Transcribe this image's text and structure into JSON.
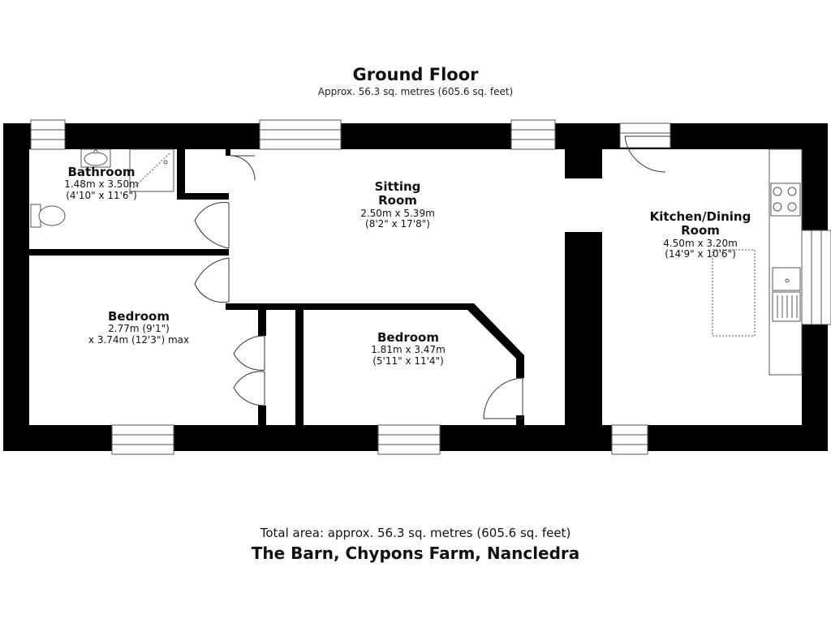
{
  "floor": {
    "title": "Ground Floor",
    "area": "Approx. 56.3 sq. metres (605.6 sq. feet)"
  },
  "rooms": {
    "bathroom": {
      "name": "Bathroom",
      "dim_metric": "1.48m x 3.50m",
      "dim_imperial": "(4'10\" x 11'6\")"
    },
    "sitting": {
      "name_line1": "Sitting",
      "name_line2": "Room",
      "dim_metric": "2.50m x 5.39m",
      "dim_imperial": "(8'2\" x 17'8\")"
    },
    "kitchen": {
      "name_line1": "Kitchen/Dining",
      "name_line2": "Room",
      "dim_metric": "4.50m x 3.20m",
      "dim_imperial": "(14'9\" x 10'6\")"
    },
    "bedroom1": {
      "name": "Bedroom",
      "dim_metric": "2.77m (9'1\")",
      "dim_imperial": "x 3.74m (12'3\") max"
    },
    "bedroom2": {
      "name": "Bedroom",
      "dim_metric": "1.81m x 3.47m",
      "dim_imperial": "(5'11\" x 11'4\")"
    }
  },
  "footer": {
    "total_area": "Total area: approx. 56.3 sq. metres (605.6 sq. feet)",
    "address": "The Barn, Chypons Farm, Nancledra"
  }
}
